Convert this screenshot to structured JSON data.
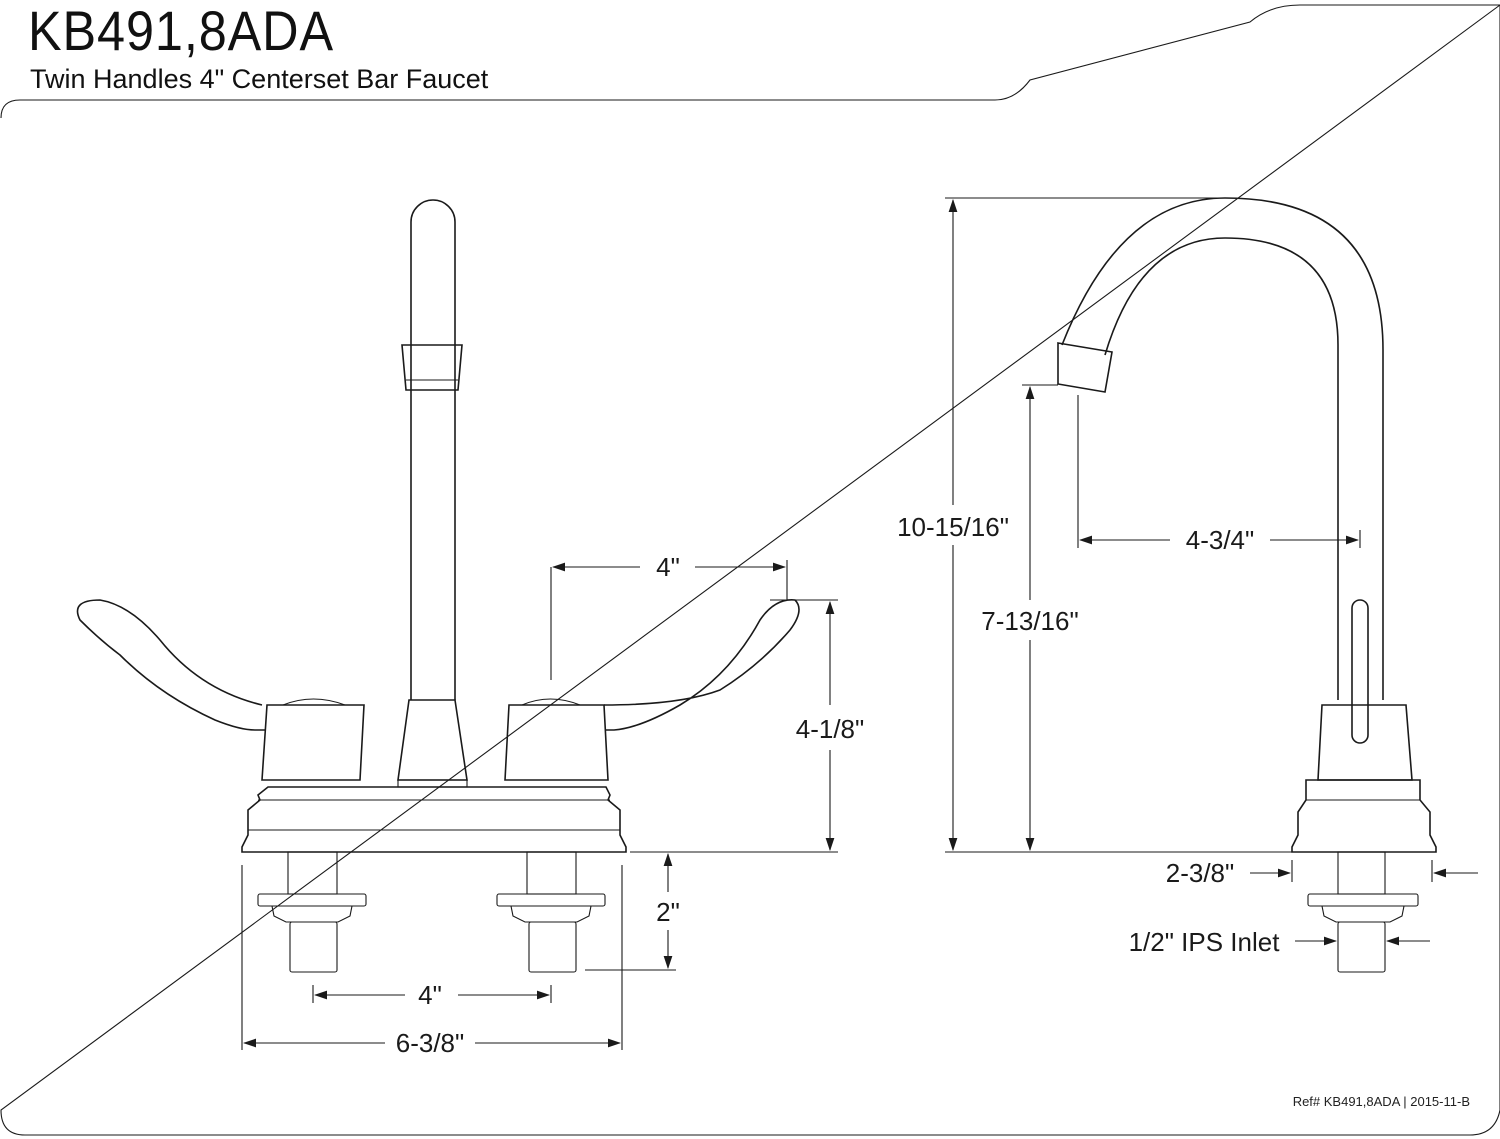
{
  "header": {
    "model": "KB491,8ADA",
    "description": "Twin Handles 4\" Centerset Bar Faucet"
  },
  "dimensions": {
    "front_handle_spread": "4\"",
    "front_height": "4-1/8\"",
    "shank_length": "2\"",
    "center_spacing": "4\"",
    "overall_width": "6-3/8\"",
    "side_total_height": "10-15/16\"",
    "side_spout_clearance": "7-13/16\"",
    "side_spout_reach": "4-3/4\"",
    "side_base_width": "2-3/8\"",
    "inlet": "1/2\" IPS Inlet"
  },
  "footer": {
    "ref": "Ref# KB491,8ADA | 2015-11-B"
  }
}
